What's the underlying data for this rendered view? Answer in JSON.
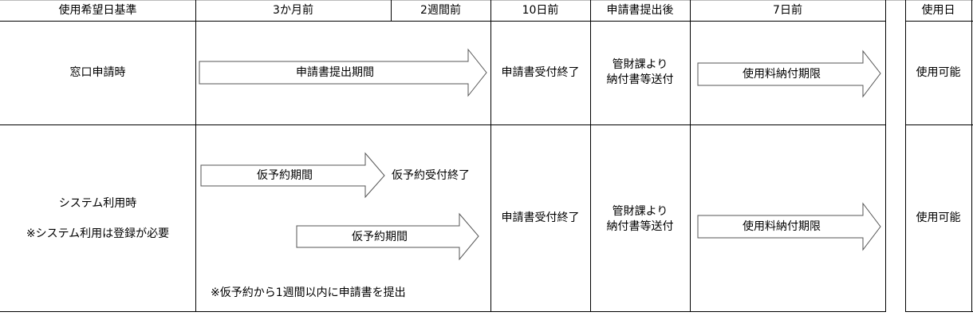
{
  "header": {
    "basis": "使用希望日基準",
    "three_months": "3か月前",
    "two_weeks": "2週間前",
    "ten_days": "10日前",
    "after_submission": "申請書提出後",
    "seven_days": "7日前",
    "use_day": "使用日"
  },
  "rows": [
    {
      "label": "窓口申請時",
      "arrow_submit": "申請書提出期間",
      "ten_days": "申請書受付終了",
      "after_line1": "管財課より",
      "after_line2": "納付書等送付",
      "arrow_fee": "使用料納付期限",
      "use_day": "使用可能"
    },
    {
      "label": "システム利用時",
      "label_note": "※システム利用は登録が必要",
      "arrow_provisional1": "仮予約期間",
      "provisional_end": "仮予約受付終了",
      "arrow_provisional2": "仮予約期間",
      "provisional_note": "※仮予約から1週間以内に申請書を提出",
      "ten_days": "申請書受付終了",
      "after_line1": "管財課より",
      "after_line2": "納付書等送付",
      "arrow_fee": "使用料納付期限",
      "use_day": "使用可能"
    }
  ]
}
